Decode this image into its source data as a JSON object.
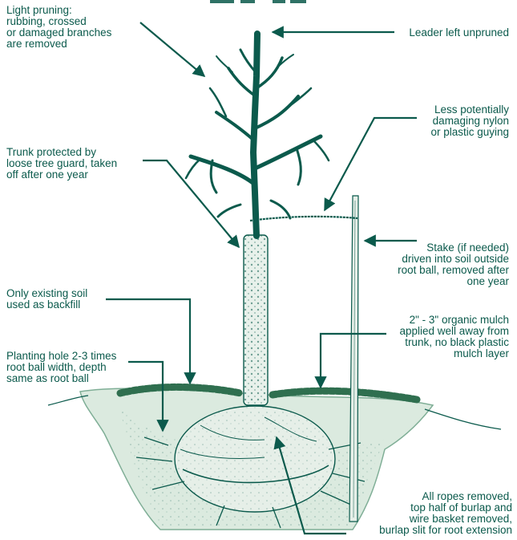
{
  "colors": {
    "ink": "#0b5a4c",
    "foliage": "#2f6f4f",
    "soil": "#cfe3d6",
    "soil_dark": "#7fae96"
  },
  "title_fragment": "",
  "labels": {
    "light_pruning": "Light pruning:\nrubbing, crossed\nor damaged branches\nare removed",
    "leader": "Leader left unpruned",
    "guying": "Less potentially\ndamaging nylon\nor plastic guying",
    "trunk_guard": "Trunk protected by\nloose tree guard, taken\noff after one year",
    "stake": "Stake (if needed)\ndriven into soil outside\nroot ball, removed after\none year",
    "backfill": "Only existing soil\nused as backfill",
    "mulch": "2\" - 3\" organic mulch\napplied well away from\ntrunk, no black plastic\nmulch layer",
    "planting_hole": "Planting hole 2-3 times\nroot ball width, depth\nsame as root ball",
    "ropes": "All ropes removed,\ntop half of burlap and\nwire basket removed,\nburlap slit for root extension"
  }
}
